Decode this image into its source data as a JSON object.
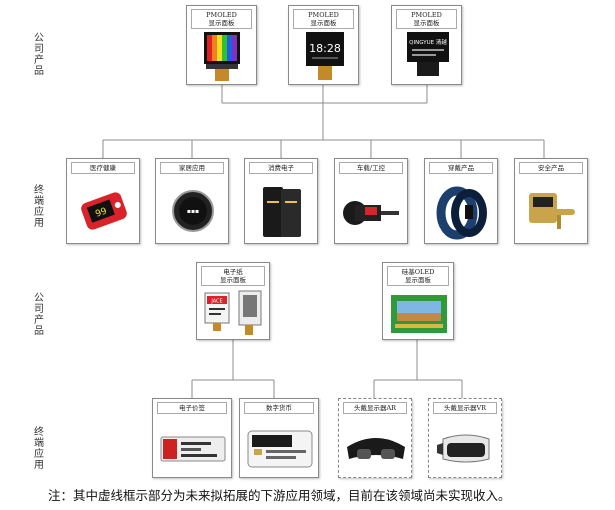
{
  "side_labels": {
    "company_products_1": "公司产品",
    "terminal_apps_1": "终端应用",
    "company_products_2": "公司产品",
    "terminal_apps_2": "终端应用"
  },
  "top_products": [
    {
      "label": "PMOLED\n显示面板"
    },
    {
      "label": "PMOLED\n显示面板",
      "screen_text": "18:28"
    },
    {
      "label": "PMOLED\n显示面板",
      "screen_text": "QINGYUE 清越"
    }
  ],
  "applications_1": [
    {
      "label": "医疗健康"
    },
    {
      "label": "家居应用"
    },
    {
      "label": "消费电子"
    },
    {
      "label": "车载/工控"
    },
    {
      "label": "穿戴产品"
    },
    {
      "label": "安全产品"
    }
  ],
  "products_2": [
    {
      "label": "电子纸\n显示面板",
      "tag_text": "JACE"
    },
    {
      "label": "硅基OLED\n显示面板"
    }
  ],
  "applications_2": [
    {
      "label": "电子价签"
    },
    {
      "label": "数字货币"
    },
    {
      "label": "头戴显示器AR"
    },
    {
      "label": "头戴显示器VR"
    }
  ],
  "note": "注：其中虚线框示部分为未来拟拓展的下游应用领域，目前在该领域尚未实现收入。",
  "colors": {
    "line": "#8c8c8c",
    "rainbow": [
      "#e02020",
      "#f08020",
      "#f0e020",
      "#30c030",
      "#2060e0",
      "#8030c0"
    ]
  }
}
